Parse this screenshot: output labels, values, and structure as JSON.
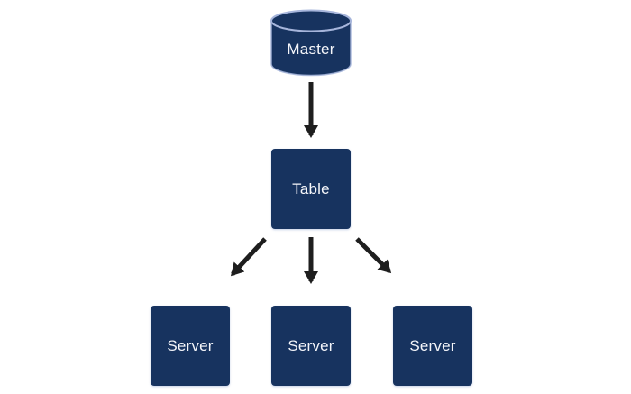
{
  "diagram": {
    "description": "Master-table-server replication hierarchy diagram",
    "nodes": {
      "master": {
        "label": "Master",
        "shape": "database-cylinder"
      },
      "table": {
        "label": "Table",
        "shape": "square"
      },
      "servers": [
        {
          "label": "Server",
          "shape": "square"
        },
        {
          "label": "Server",
          "shape": "square"
        },
        {
          "label": "Server",
          "shape": "square"
        }
      ]
    },
    "edges": [
      {
        "from": "master",
        "to": "table"
      },
      {
        "from": "table",
        "to": "server-1"
      },
      {
        "from": "table",
        "to": "server-2"
      },
      {
        "from": "table",
        "to": "server-3"
      }
    ],
    "colors": {
      "node_fill": "#17335f",
      "node_text": "#f5f6fa",
      "cylinder_stroke": "#a6b5db",
      "arrow": "#1e1e1e",
      "background": "#ffffff"
    }
  }
}
